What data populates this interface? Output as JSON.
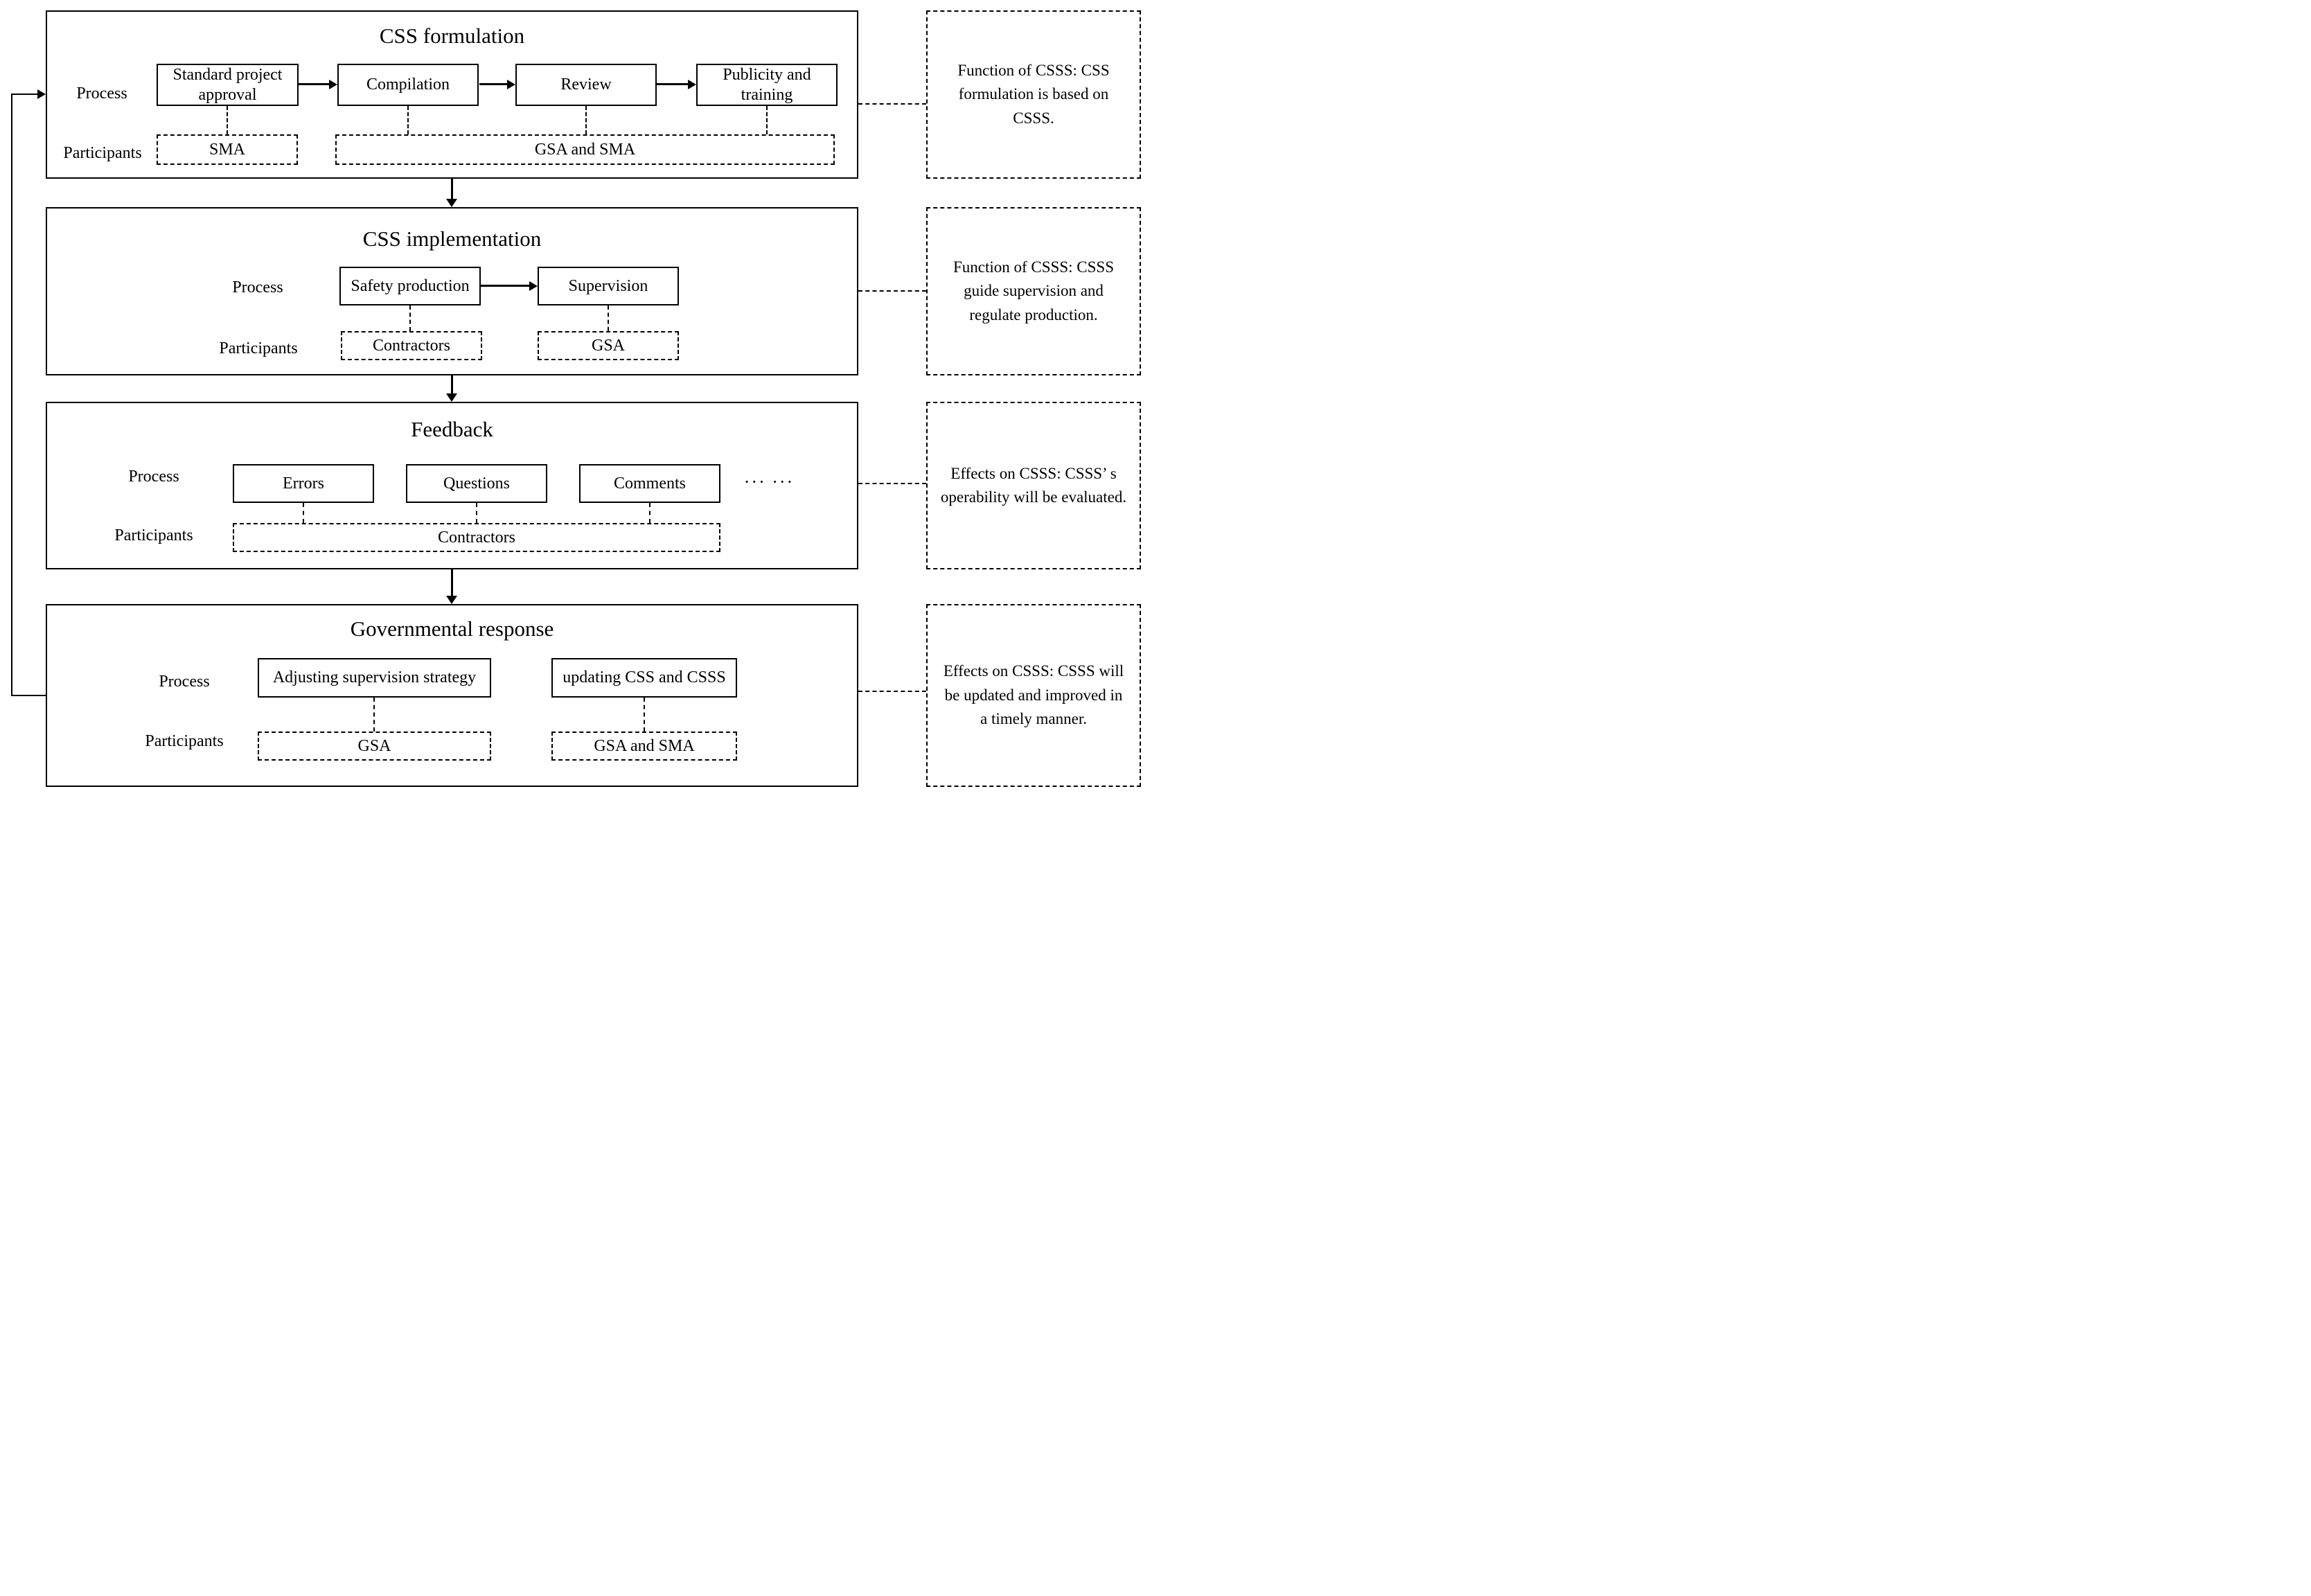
{
  "colors": {
    "ink": "#000000",
    "background": "#ffffff"
  },
  "sections": [
    {
      "title": "CSS formulation",
      "process_label": "Process",
      "participants_label": "Participants",
      "processes": [
        "Standard project approval",
        "Compilation",
        "Review",
        "Publicity and training"
      ],
      "participants": [
        "SMA",
        "GSA and SMA"
      ],
      "note": "Function of CSSS: CSS formulation is based on CSSS."
    },
    {
      "title": "CSS implementation",
      "process_label": "Process",
      "participants_label": "Participants",
      "processes": [
        "Safety production",
        "Supervision"
      ],
      "participants": [
        "Contractors",
        "GSA"
      ],
      "note": "Function of CSSS: CSSS guide supervision and regulate production."
    },
    {
      "title": "Feedback",
      "process_label": "Process",
      "participants_label": "Participants",
      "processes": [
        "Errors",
        "Questions",
        "Comments"
      ],
      "ellipsis": "··· ···",
      "participants": [
        "Contractors"
      ],
      "note": "Effects on CSSS: CSSS’ s operability will be evaluated."
    },
    {
      "title": "Governmental response",
      "process_label": "Process",
      "participants_label": "Participants",
      "processes": [
        "Adjusting supervision strategy",
        "updating CSS and CSSS"
      ],
      "participants": [
        "GSA",
        "GSA and SMA"
      ],
      "note": "Effects on CSSS: CSSS will be updated and improved in a timely manner."
    }
  ]
}
